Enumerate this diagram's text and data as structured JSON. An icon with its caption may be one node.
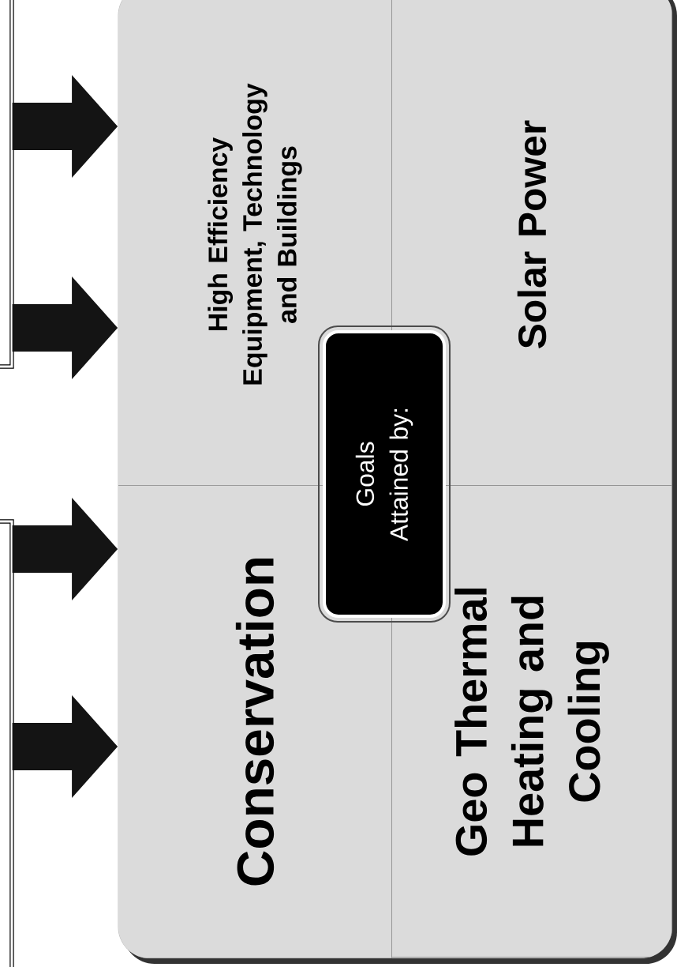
{
  "diagram": {
    "nodes": [
      {
        "text": [],
        "shape": "box"
      },
      {
        "text": [],
        "shape": "box"
      },
      {
        "text": [
          "Conservation"
        ]
      },
      {
        "text": [
          "High Efficiency Equipment, Technology and Buildings"
        ]
      },
      {
        "text": [
          "Goals Attained by:"
        ]
      },
      {
        "text": [
          "Geo Thermal Heating and Cooling"
        ]
      },
      {
        "text": [
          "Solar Power"
        ]
      }
    ],
    "edges": [
      {
        "from": 0,
        "to": 3,
        "arrow": "to",
        "style": "thick"
      },
      {
        "from": 0,
        "to": 3,
        "arrow": "to",
        "style": "thick"
      },
      {
        "from": 1,
        "to": 2,
        "arrow": "to",
        "style": "thick"
      },
      {
        "from": 1,
        "to": 2,
        "arrow": "to",
        "style": "thick"
      }
    ]
  }
}
